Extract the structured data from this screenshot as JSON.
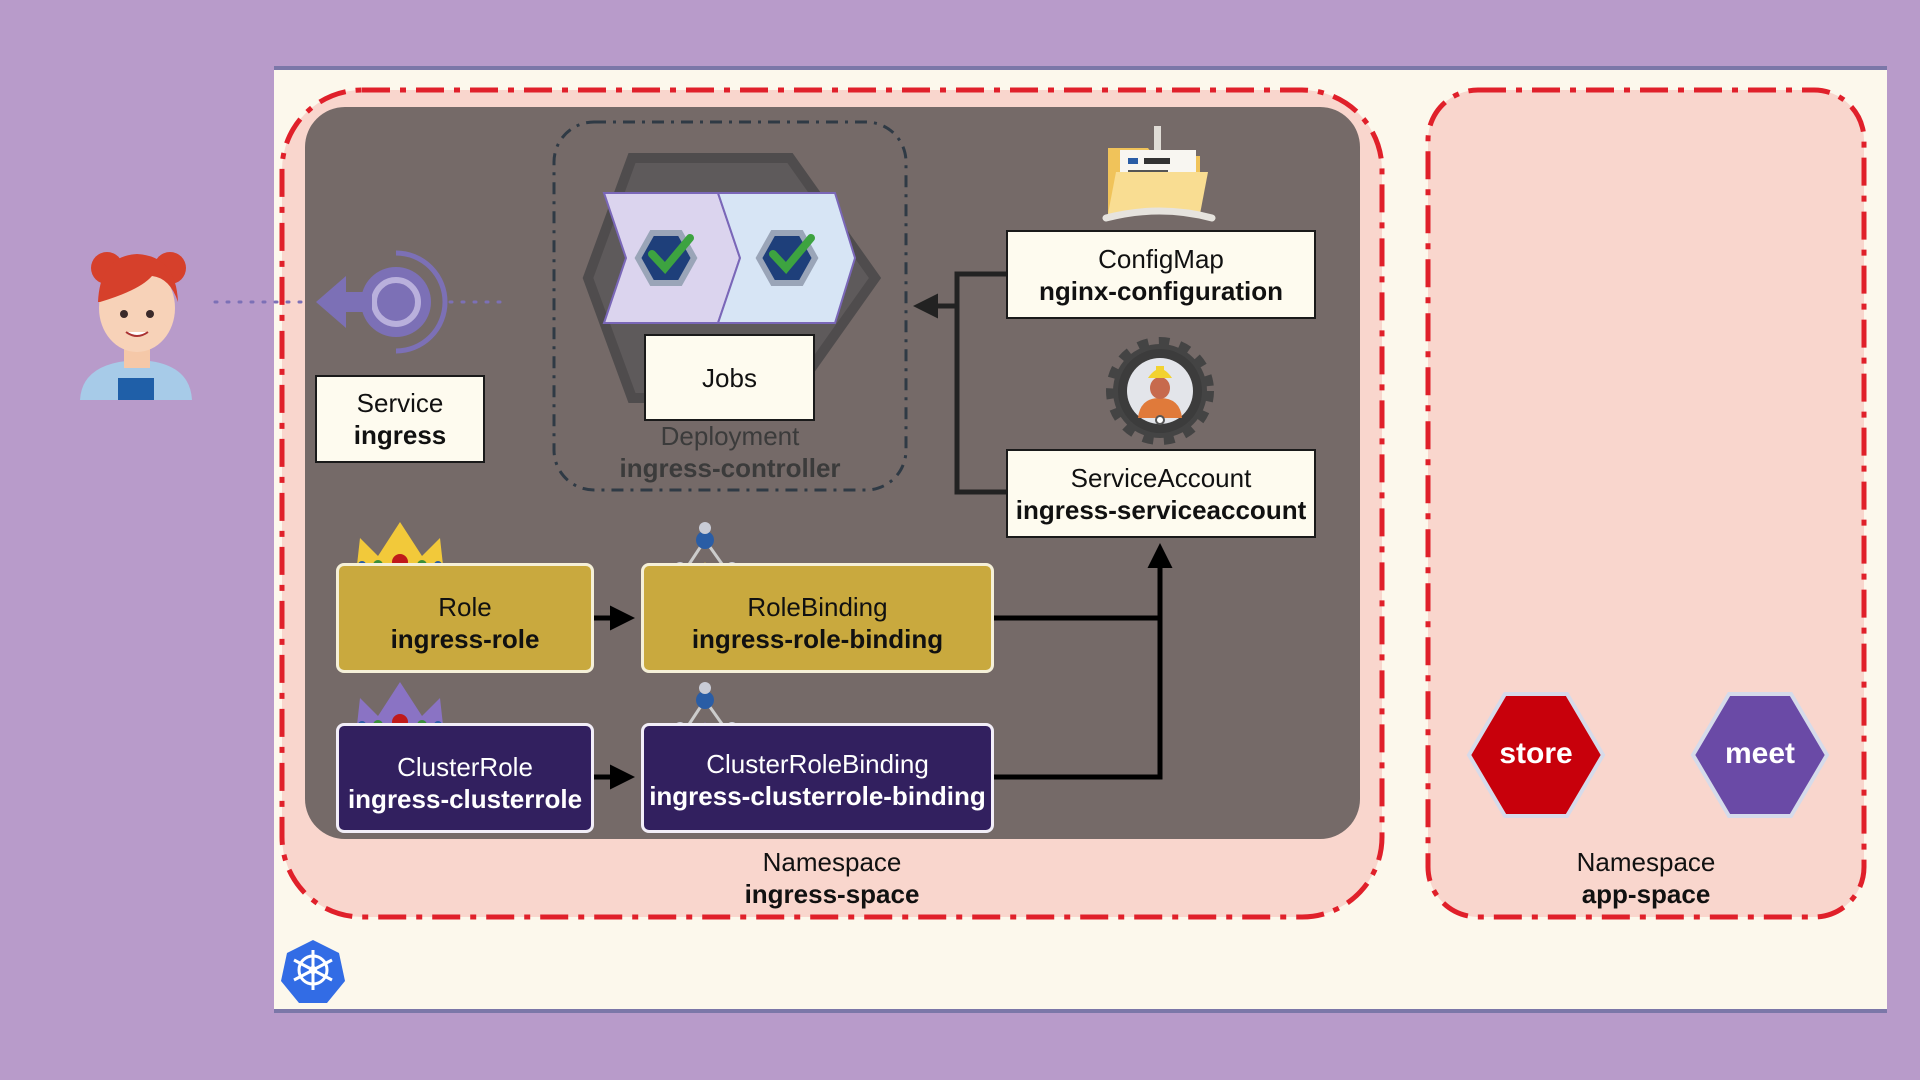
{
  "service": {
    "kind": "Service",
    "name": "ingress"
  },
  "jobs": {
    "label": "Jobs"
  },
  "deployment": {
    "kind": "Deployment",
    "name": "ingress-controller"
  },
  "configmap": {
    "kind": "ConfigMap",
    "name": "nginx-configuration"
  },
  "serviceaccount": {
    "kind": "ServiceAccount",
    "name": "ingress-serviceaccount"
  },
  "role": {
    "kind": "Role",
    "name": "ingress-role"
  },
  "rolebinding": {
    "kind": "RoleBinding",
    "name": "ingress-role-binding"
  },
  "clusterrole": {
    "kind": "ClusterRole",
    "name": "ingress-clusterrole"
  },
  "clusterrolebinding": {
    "kind": "ClusterRoleBinding",
    "name": "ingress-clusterrole-binding"
  },
  "ns_ingress": {
    "kind": "Namespace",
    "name": "ingress-space"
  },
  "ns_app": {
    "kind": "Namespace",
    "name": "app-space"
  },
  "apps": {
    "store": "store",
    "meet": "meet"
  },
  "colors": {
    "background": "#b89bca",
    "cluster": "#fcf8ec",
    "namespace": "#f9d6cd",
    "namespace_border": "#e0202a",
    "inner_panel": "#756a68",
    "role": "#c9a93e",
    "clusterrole": "#32205f",
    "store": "#c8000b",
    "meet": "#6a4aa6"
  },
  "icons": [
    "user-avatar-icon",
    "service-icon",
    "pod-check-icon",
    "folder-config-icon",
    "service-account-icon",
    "crown-icon",
    "binding-icon",
    "kubernetes-logo-icon"
  ]
}
